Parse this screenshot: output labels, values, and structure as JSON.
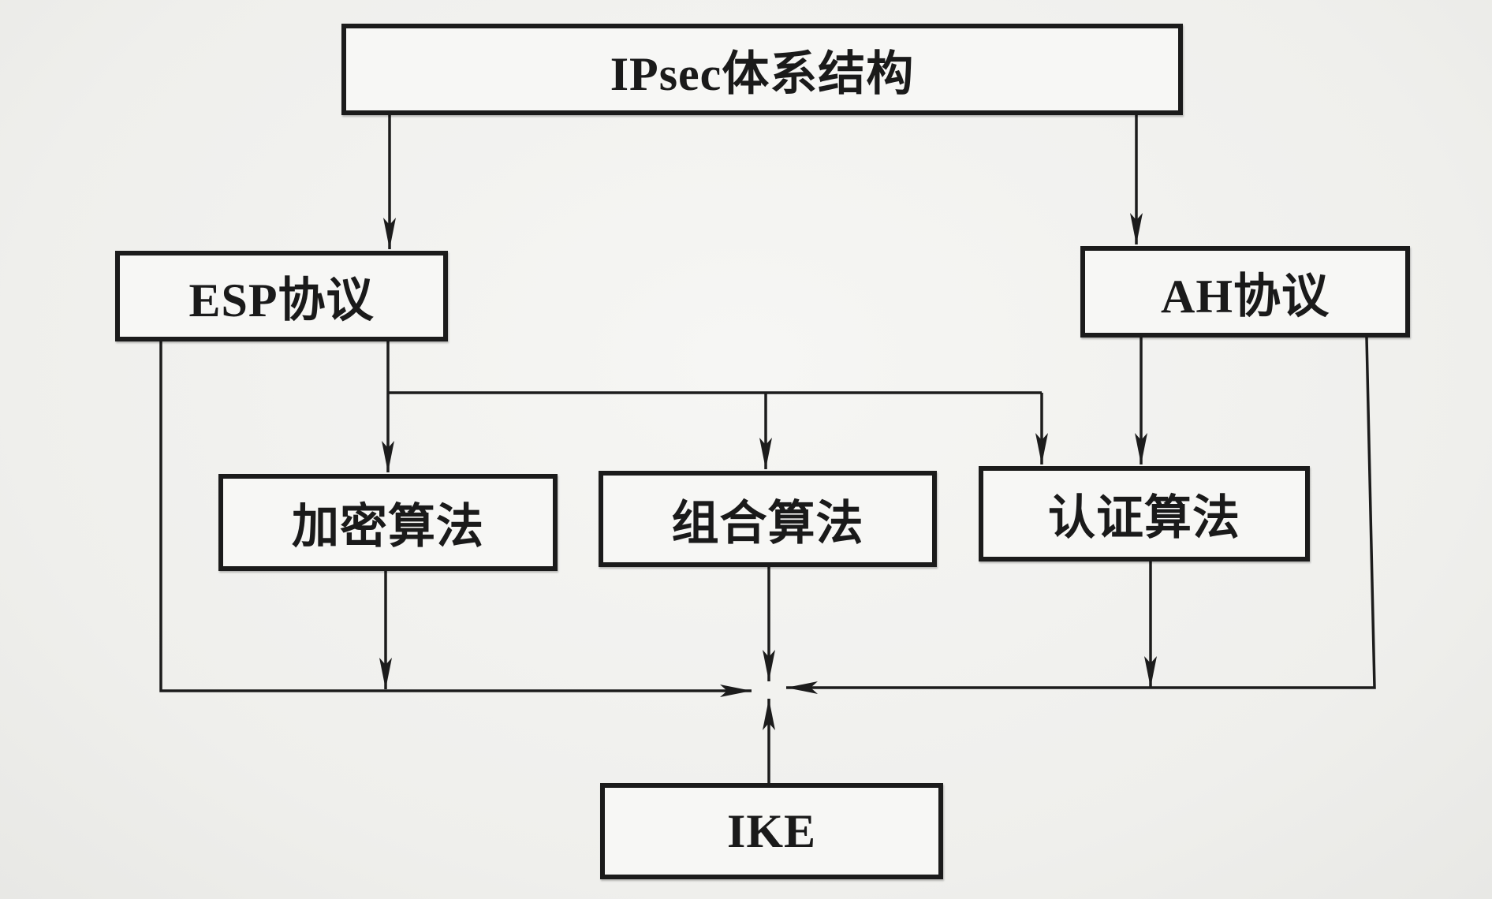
{
  "diagram": {
    "nodes": {
      "ipsec": "IPsec体系结构",
      "esp": "ESP协议",
      "ah": "AH协议",
      "encryption_algorithm": "加密算法",
      "combination_algorithm": "组合算法",
      "authentication_algorithm": "认证算法",
      "ike": "IKE"
    }
  },
  "colors": {
    "background": "#f1f1ef",
    "stroke": "#1c1c1c",
    "box_fill": "#f7f7f5"
  }
}
